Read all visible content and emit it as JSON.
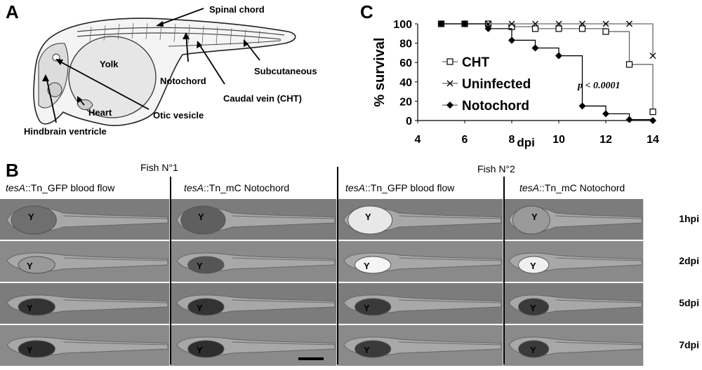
{
  "panel_labels": {
    "a": "A",
    "b": "B",
    "c": "C"
  },
  "panelA": {
    "annotations": {
      "spinal_chord": "Spinal chord",
      "yolk": "Yolk",
      "notochord": "Notochord",
      "subcutaneous": "Subcutaneous",
      "caudal_vein": "Caudal vein (CHT)",
      "heart": "Heart",
      "otic_vesicle": "Otic vesicle",
      "hindbrain_ventricle": "Hindbrain ventricle"
    }
  },
  "chart_data": {
    "type": "line",
    "xlabel": "dpi",
    "ylabel": "% survival",
    "xlim": [
      4,
      14
    ],
    "ylim": [
      0,
      100
    ],
    "xticks": [
      4,
      6,
      8,
      10,
      12,
      14
    ],
    "yticks": [
      0,
      20,
      40,
      60,
      80,
      100
    ],
    "annotation": "p < 0.0001",
    "legend_position": "left",
    "series": [
      {
        "name": "CHT",
        "marker": "open-square",
        "x": [
          5,
          6,
          7,
          8,
          9,
          10,
          11,
          12,
          13,
          14
        ],
        "y": [
          100,
          100,
          100,
          97,
          95,
          95,
          95,
          92,
          58,
          9
        ]
      },
      {
        "name": "Uninfected",
        "marker": "cross",
        "x": [
          5,
          6,
          7,
          8,
          9,
          10,
          11,
          12,
          13,
          14
        ],
        "y": [
          100,
          100,
          100,
          100,
          100,
          100,
          100,
          100,
          100,
          67
        ]
      },
      {
        "name": "Notochord",
        "marker": "filled-diamond",
        "x": [
          5,
          6,
          7,
          8,
          9,
          10,
          11,
          12,
          13,
          14
        ],
        "y": [
          100,
          100,
          95,
          83,
          75,
          67,
          15,
          7,
          1,
          0
        ]
      }
    ]
  },
  "panelB": {
    "fish1": "Fish N°1",
    "fish2": "Fish N°2",
    "columns": [
      {
        "gene": "tesA",
        "rest": "::Tn_GFP blood flow"
      },
      {
        "gene": "tesA",
        "rest": "::Tn_mC Notochord"
      },
      {
        "gene": "tesA",
        "rest": "::Tn_GFP blood flow"
      },
      {
        "gene": "tesA",
        "rest": "::Tn_mC Notochord"
      }
    ],
    "rows": [
      "1hpi",
      "2dpi",
      "5dpi",
      "7dpi"
    ],
    "yolk_label": "Y"
  }
}
